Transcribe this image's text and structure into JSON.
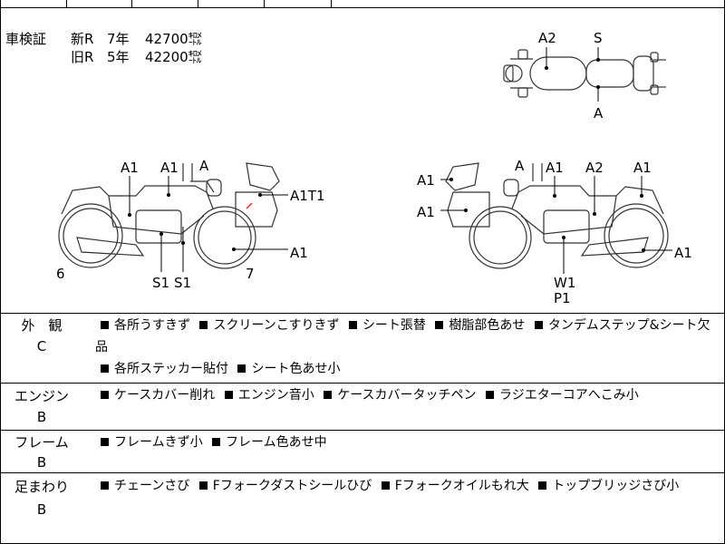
{
  "inspection": {
    "label": "車検証",
    "lines": [
      {
        "prefix": "新R",
        "years": "7年",
        "km": "42700㌖"
      },
      {
        "prefix": "旧R",
        "years": "5年",
        "km": "42200㌖"
      }
    ]
  },
  "top_view": {
    "labels": [
      "A2",
      "S",
      "A"
    ]
  },
  "left_view": {
    "labels": [
      "A1",
      "A1",
      "A",
      "A1T1",
      "A1",
      "6",
      "S1",
      "S1",
      "7"
    ]
  },
  "right_view": {
    "labels": [
      "A",
      "A1",
      "A2",
      "A1",
      "A1",
      "A1",
      "A1",
      "W1",
      "P1"
    ]
  },
  "sections": [
    {
      "title": "外　観",
      "grade": "C",
      "lines": [
        [
          "各所うすきず",
          "スクリーンこすりきず",
          "シート張替",
          "樹脂部色あせ",
          "タンデムステップ&シート欠品"
        ],
        [
          "各所ステッカー貼付",
          "シート色あせ小"
        ]
      ]
    },
    {
      "title": "エンジン",
      "grade": "B",
      "lines": [
        [
          "ケースカバー削れ",
          "エンジン音小",
          "ケースカバータッチペン",
          "ラジエターコアへこみ小"
        ]
      ]
    },
    {
      "title": "フレーム",
      "grade": "B",
      "lines": [
        [
          "フレームきず小",
          "フレーム色あせ中"
        ]
      ]
    },
    {
      "title": "足まわり",
      "grade": "B",
      "lines": [
        [
          "チェーンさび",
          "Fフォークダストシールひび",
          "Fフォークオイルもれ大",
          "トップブリッジさび小"
        ]
      ]
    }
  ]
}
